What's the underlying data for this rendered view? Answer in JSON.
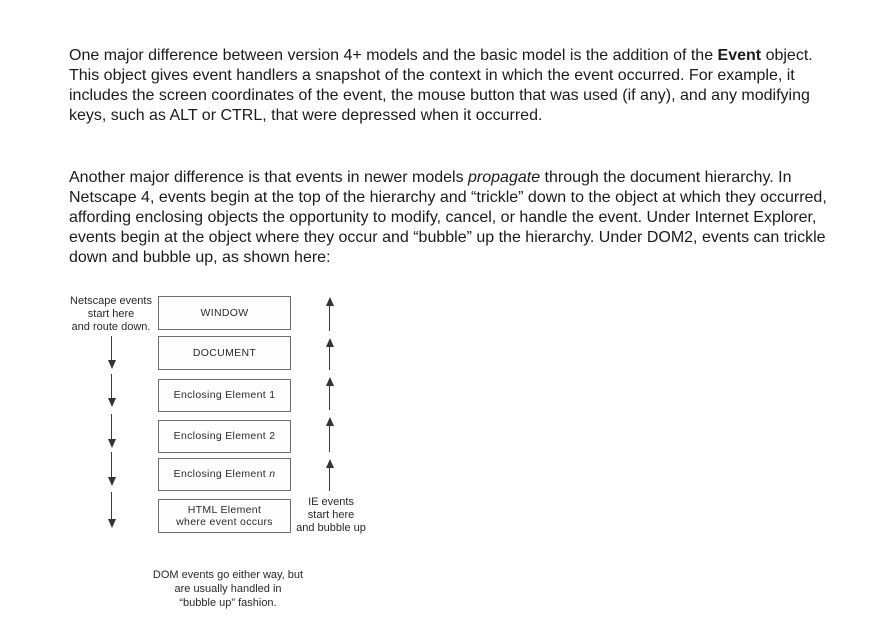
{
  "page": {
    "background": "#ffffff",
    "text_color": "#1b1b1b",
    "border_color": "#6e6e6e",
    "arrow_color": "#333333"
  },
  "content": {
    "paragraph1": {
      "before_bold": "One major difference between version 4+ models and the basic model is the addition of the ",
      "bold": "Event",
      "after_bold": " object. This object gives event handlers a snapshot of the context in which the event occurred. For example, it includes the screen coordinates of the event, the mouse button that was used (if any), and any modifying keys, such as ALT or CTRL, that were depressed when it occurred."
    },
    "paragraph2": {
      "before_italic": "Another major difference is that events in newer models ",
      "italic": "propagate",
      "after_italic": " through the document hierarchy. In Netscape 4, events begin at the top of the hierarchy and “trickle” down to the object at which they occurred, affording enclosing objects the opportunity to modify, cancel, or handle the event. Under Internet Explorer, events begin at the object where they occur and “bubble” up the hierarchy. Under DOM2, events can trickle down and bubble up, as shown here:"
    }
  },
  "diagram": {
    "netscape_label": {
      "line1": "Netscape events",
      "line2": "start here",
      "line3": "and route down."
    },
    "ie_label": {
      "line1": "IE events",
      "line2": "start here",
      "line3": "and bubble up"
    },
    "boxes": {
      "window": "WINDOW",
      "document": "DOCUMENT",
      "enclosing1": "Enclosing Element 1",
      "enclosing2": "Enclosing Element 2",
      "enclosingN_text": "Enclosing Element ",
      "enclosingN_italic": "n",
      "html_line1": "HTML Element",
      "html_line2": "where event occurs"
    },
    "caption": {
      "line1": "DOM events go either way, but",
      "line2": "are usually handled in",
      "line3": "“bubble up” fashion."
    }
  }
}
